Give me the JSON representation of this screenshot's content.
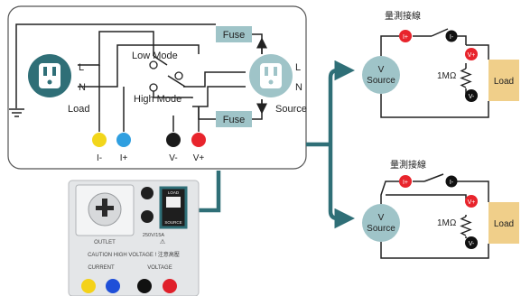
{
  "left_panel": {
    "fuse_top": "Fuse",
    "fuse_bottom": "Fuse",
    "low_mode": "Low Mode",
    "high_mode": "High Mode",
    "load_L": "L",
    "load_N": "N",
    "load_label": "Load",
    "source_L": "L",
    "source_N": "N",
    "source_label": "Source",
    "terminals": [
      {
        "label": "I-",
        "color": "#f2d61b"
      },
      {
        "label": "I+",
        "color": "#2f9fe0"
      },
      {
        "label": "V-",
        "color": "#1a1a1a"
      },
      {
        "label": "V+",
        "color": "#e8242c"
      }
    ]
  },
  "device": {
    "outlet": "OUTLET",
    "rating": "250V/15A",
    "warning": "CAUTION HIGH VOLTAGE ! 注意高壓",
    "current": "CURRENT",
    "voltage": "VOLTAGE",
    "switch_top": "LOAD",
    "switch_bottom": "SOURCE"
  },
  "circuit_top": {
    "title": "量測接線",
    "i_plus": "I+",
    "i_minus": "I-",
    "v_plus": "V+",
    "v_minus": "V-",
    "source": [
      "V",
      "Source"
    ],
    "resistor": "1MΩ",
    "load": "Load"
  },
  "circuit_bottom": {
    "title": "量測接線",
    "i_plus": "I+",
    "i_minus": "I-",
    "v_plus": "V+",
    "v_minus": "V-",
    "source": [
      "V",
      "Source"
    ],
    "resistor": "1MΩ",
    "load": "Load"
  },
  "colors": {
    "teal": "#2f6f77",
    "fuse_bg": "#9fc4c8",
    "load_bg": "#f0cf8a",
    "red": "#e8242c",
    "black": "#111111"
  }
}
